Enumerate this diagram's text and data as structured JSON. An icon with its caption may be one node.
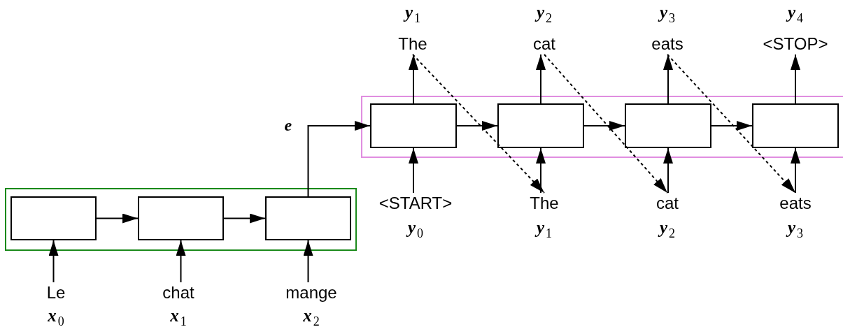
{
  "diagram": {
    "nodes": [
      {
        "text": [],
        "shape": "box"
      },
      {
        "text": [],
        "shape": "box",
        "in": 0
      },
      {
        "text": [],
        "shape": "box",
        "in": 0
      },
      {
        "text": [],
        "shape": "box",
        "in": 0
      },
      {
        "text": [
          "Le",
          "x$_{0}$"
        ]
      },
      {
        "text": [
          "chat",
          "x$_{1}$"
        ]
      },
      {
        "text": [
          "mange",
          "x$_{2}$"
        ]
      },
      {
        "text": [],
        "shape": "box"
      },
      {
        "text": [],
        "shape": "box",
        "in": 7
      },
      {
        "text": [],
        "shape": "box",
        "in": 7
      },
      {
        "text": [],
        "shape": "box",
        "in": 7
      },
      {
        "text": [],
        "shape": "box",
        "in": 7
      },
      {
        "text": [
          "<START>",
          "y$_{0}$"
        ]
      },
      {
        "text": [
          "The",
          "y$_{1}$"
        ]
      },
      {
        "text": [
          "cat",
          "y$_{2}$"
        ]
      },
      {
        "text": [
          "eats",
          "y$_{3}$"
        ]
      },
      {
        "text": [
          "y$_{1}$",
          "The"
        ]
      },
      {
        "text": [
          "y$_{2}$",
          "cat"
        ]
      },
      {
        "text": [
          "y$_{3}$",
          "eats"
        ]
      },
      {
        "text": [
          "y$_{4}$",
          "<STOP>"
        ]
      }
    ],
    "edges": [
      {
        "from": 4,
        "to": 1,
        "arrow": "to"
      },
      {
        "from": 5,
        "to": 2,
        "arrow": "to"
      },
      {
        "from": 6,
        "to": 3,
        "arrow": "to"
      },
      {
        "from": 1,
        "to": 2,
        "arrow": "to"
      },
      {
        "from": 2,
        "to": 3,
        "arrow": "to"
      },
      {
        "from": 3,
        "to": 8,
        "arrow": "to",
        "label": "e"
      },
      {
        "from": 8,
        "to": 9,
        "arrow": "to"
      },
      {
        "from": 9,
        "to": 10,
        "arrow": "to"
      },
      {
        "from": 10,
        "to": 11,
        "arrow": "to"
      },
      {
        "from": 12,
        "to": 8,
        "arrow": "to"
      },
      {
        "from": 13,
        "to": 9,
        "arrow": "to"
      },
      {
        "from": 14,
        "to": 10,
        "arrow": "to"
      },
      {
        "from": 15,
        "to": 11,
        "arrow": "to"
      },
      {
        "from": 8,
        "to": 16,
        "arrow": "to"
      },
      {
        "from": 9,
        "to": 17,
        "arrow": "to"
      },
      {
        "from": 10,
        "to": 18,
        "arrow": "to"
      },
      {
        "from": 11,
        "to": 19,
        "arrow": "to"
      },
      {
        "from": 16,
        "to": 13,
        "arrow": "to",
        "style": "dashed"
      },
      {
        "from": 17,
        "to": 14,
        "arrow": "to",
        "style": "dashed"
      },
      {
        "from": 18,
        "to": 15,
        "arrow": "to",
        "style": "dashed"
      }
    ]
  }
}
